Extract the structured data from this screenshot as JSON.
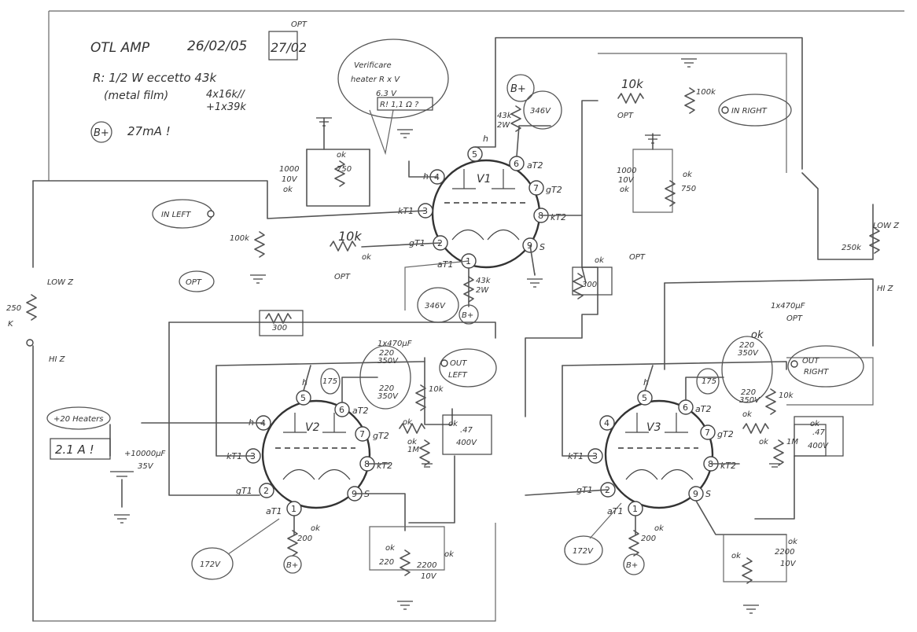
{
  "header": {
    "title": "OTL AMP",
    "date": "26/02/05",
    "date_box": "27/02",
    "date_note": "OPT",
    "resistors_note_1": "R: 1/2 W eccetto 43k",
    "resistors_note_2": "(metal film)",
    "resistors_note_3": "4x16k//",
    "resistors_note_4": "+1x39k",
    "bplus_label": "B+",
    "bplus_current": "27mA !"
  },
  "verify_note": {
    "line1": "Verificare",
    "line2": "heater R x V",
    "line3": "6.3 V",
    "line4": "R! 1,1 Ω ?"
  },
  "inputs": {
    "in_left": "IN LEFT",
    "in_right": "IN RIGHT"
  },
  "outputs": {
    "out_left_1": "OUT",
    "out_left_2": "LEFT",
    "out_right_1": "OUT",
    "out_right_2": "RIGHT"
  },
  "tubes": [
    {
      "name": "V1",
      "pins": [
        "1",
        "2",
        "3",
        "4",
        "5",
        "6",
        "7",
        "8",
        "9"
      ],
      "labels": {
        "h": "h",
        "aT2": "aT2",
        "gT2": "gT2",
        "kT2": "kT2",
        "kT1": "kT1",
        "gT1": "gT1",
        "aT1": "aT1",
        "s": "S"
      }
    },
    {
      "name": "V2"
    },
    {
      "name": "V3"
    }
  ],
  "components": {
    "cap_1000": [
      "1000",
      "10V",
      "ok"
    ],
    "res_750": [
      "ok",
      "750"
    ],
    "pot_100k_left": "100k",
    "res_10k_left": "10k",
    "ok": "ok",
    "opt": "OPT",
    "res_43k_top": [
      "43k",
      "2W"
    ],
    "res_43k_bottom": [
      "43k",
      "2W"
    ],
    "voltage_346_top": "346V",
    "voltage_346_bottom": "346V",
    "bplus": "B+",
    "res_300": "300",
    "res_10k_right": "10k",
    "pot_100k_right": "100k",
    "cap_1000_right": [
      "1000",
      "10V",
      "ok"
    ],
    "res_750_right": [
      "ok",
      "750"
    ],
    "pot_250k_left": [
      "250",
      "K"
    ],
    "low_z": "LOW Z",
    "hi_z": "HI Z",
    "pot_250k_right": "250k",
    "heaters": "+20 Heaters",
    "heaters_current": "2.1 A !",
    "cap_10000": [
      "+10000µF",
      "35V"
    ],
    "cap_1x470_left": "1x470µF",
    "cap_220_350": [
      "220",
      "350V"
    ],
    "res_10k_out": "10k",
    "voltage_175": "175",
    "cap_047": [
      ".47",
      "400V"
    ],
    "res_1m": "1M",
    "res_200": "200",
    "voltage_172": "172V",
    "cap_2200": [
      "2200",
      "10V"
    ],
    "res_220": "220",
    "cap_1x470_right": "1x470µF",
    "opt_lower": "OPT"
  }
}
